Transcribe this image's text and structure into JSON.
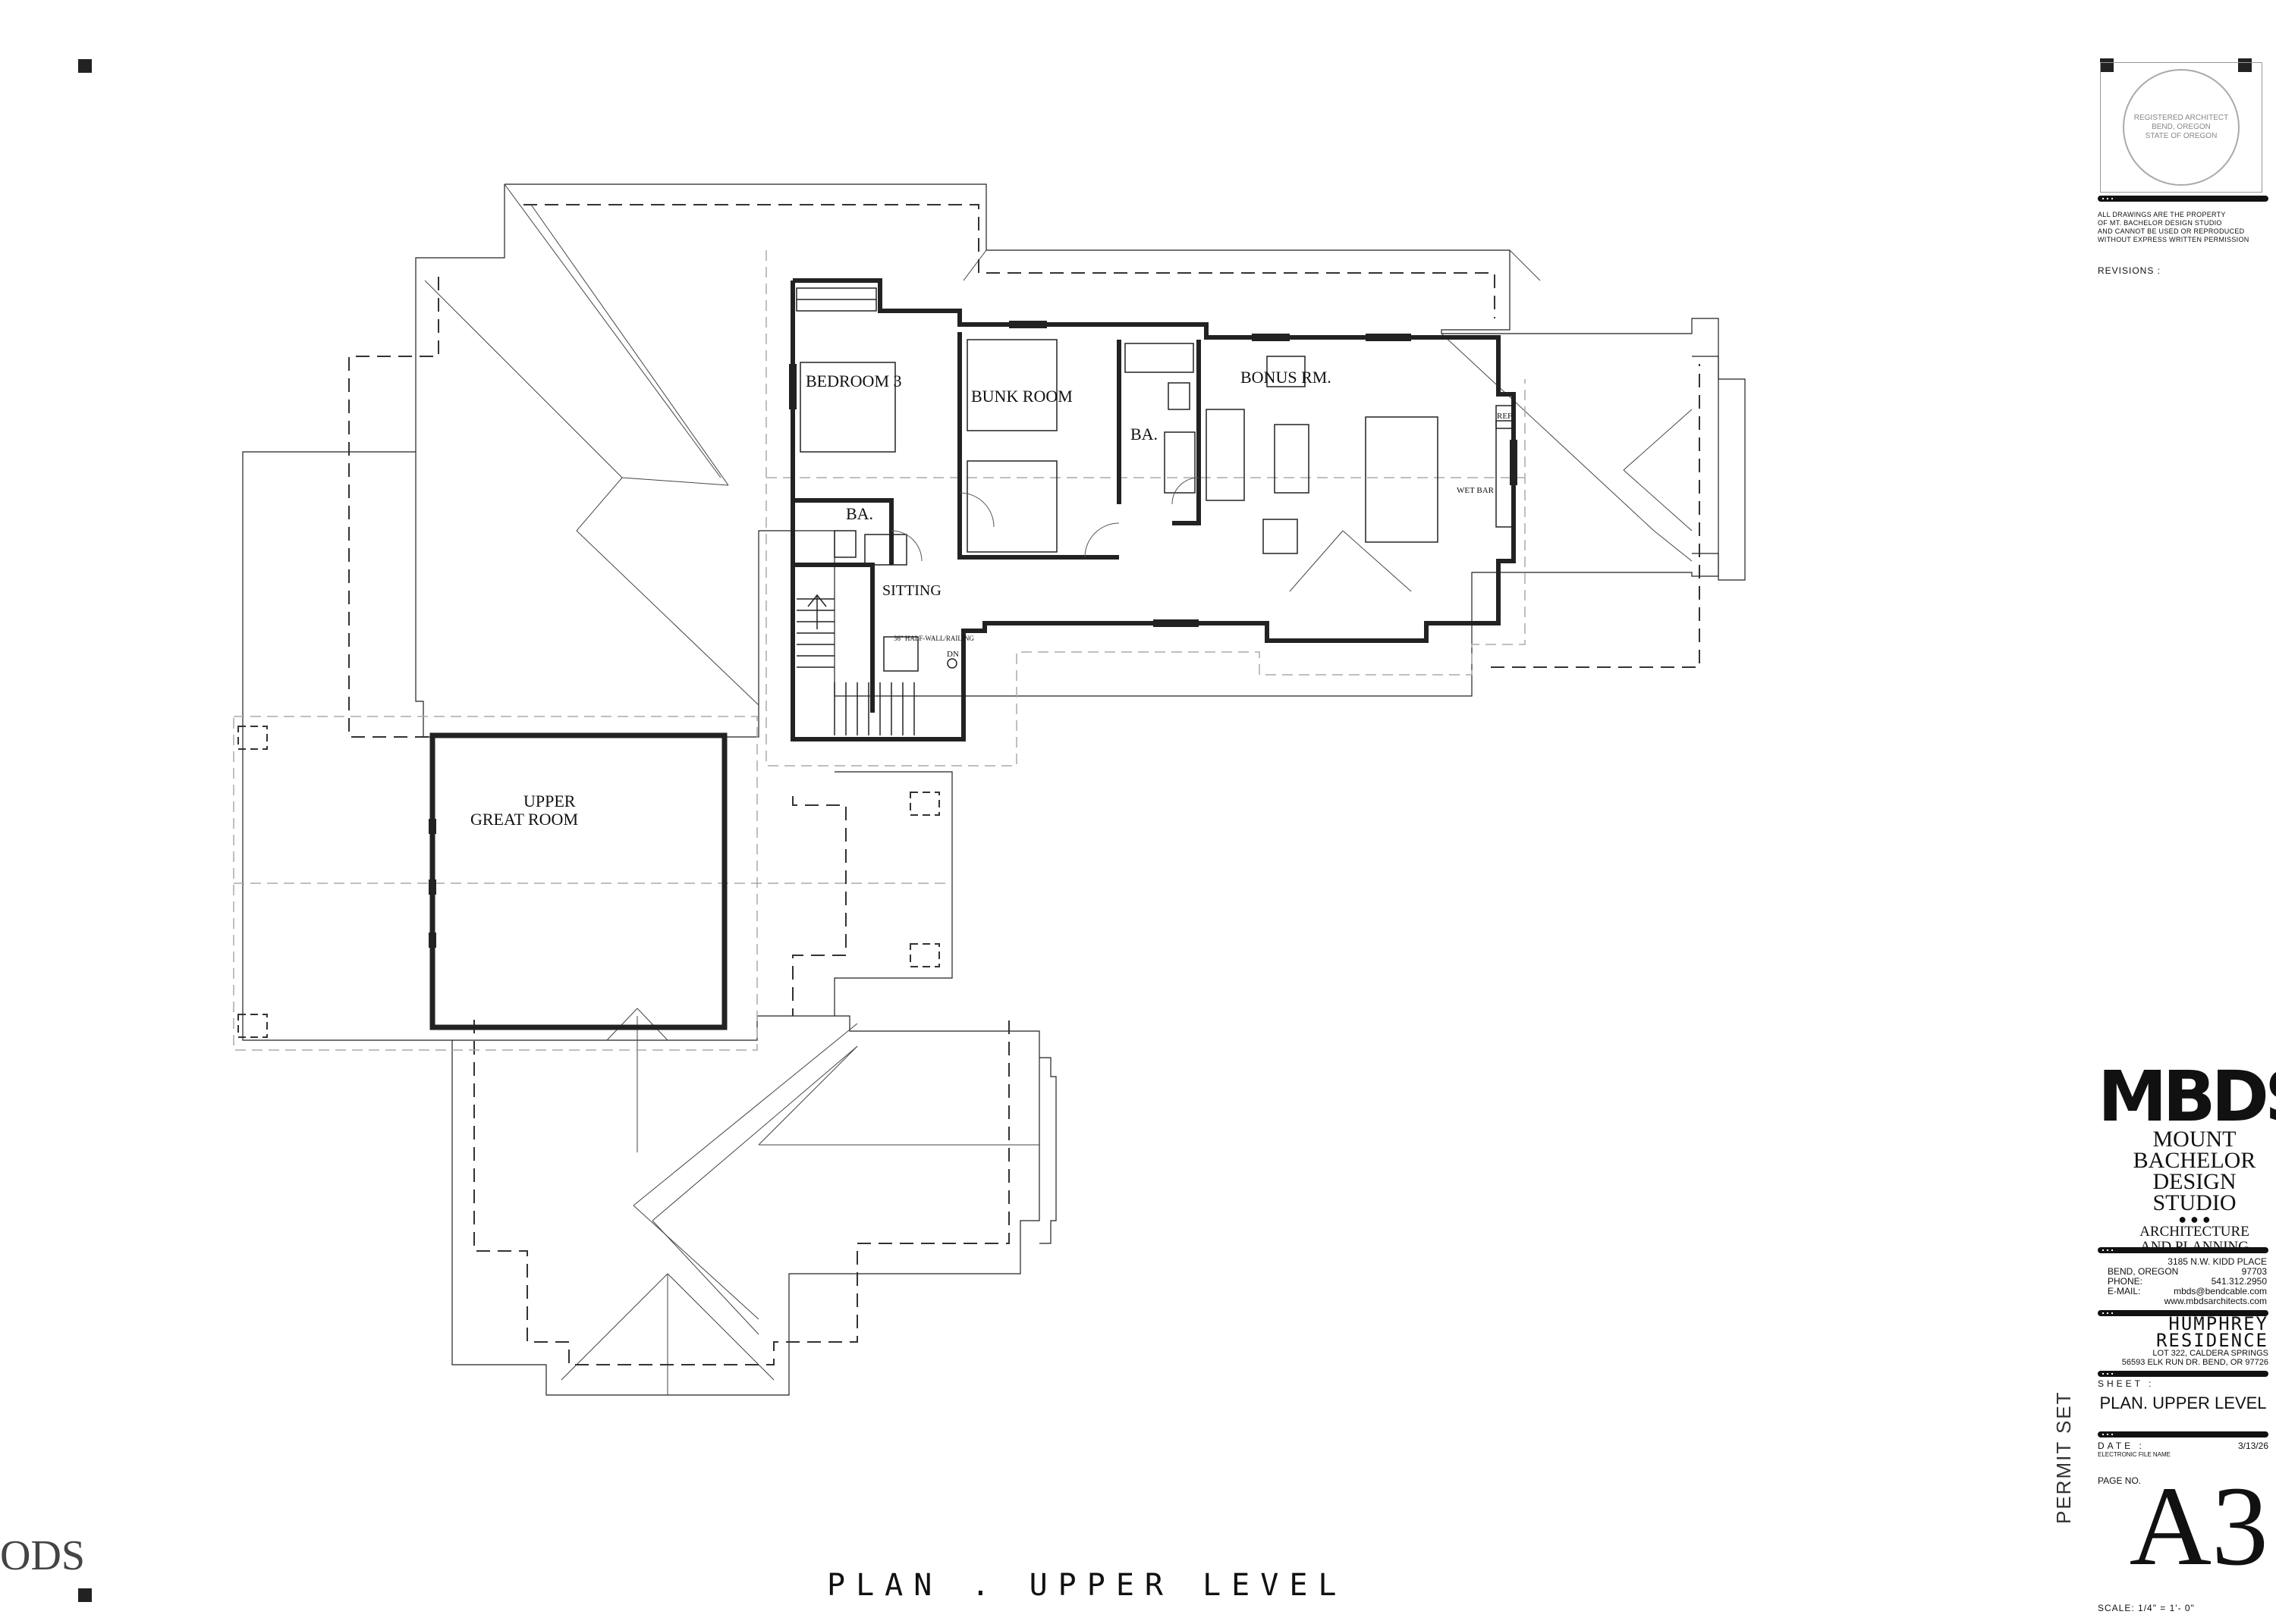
{
  "rooms": {
    "bedroom": "BEDROOM 3",
    "bunk_room": "BUNK ROOM",
    "bonus_rm": "BONUS RM.",
    "ba_1": "BA.",
    "ba_2": "BA.",
    "sitting": "SITTING",
    "railing_note": "36\" HALF-WALL/RAILING",
    "dn": "DN",
    "ref": "REF",
    "wet_bar": "WET BAR",
    "upper_great_room_line1": "UPPER",
    "upper_great_room_line2": "GREAT ROOM"
  },
  "drawing_title": "PLAN . UPPER LEVEL",
  "corner_text": "ODS",
  "seal": {
    "text_line1": "REGISTERED ARCHITECT",
    "text_line2": "BEND, OREGON",
    "text_line3": "STATE OF OREGON"
  },
  "notice": {
    "line1": "ALL DRAWINGS ARE THE PROPERTY",
    "line2": "OF MT. BACHELOR DESIGN STUDIO",
    "line3": "AND CANNOT BE USED OR REPRODUCED",
    "line4": "WITHOUT EXPRESS WRITTEN PERMISSION"
  },
  "revisions_label": "REVISIONS :",
  "firm": {
    "logo": "MBDS",
    "name_line1": "MOUNT",
    "name_line2": "BACHELOR",
    "name_line3": "DESIGN",
    "name_line4": "STUDIO",
    "tag_line1": "ARCHITECTURE",
    "tag_line2": "AND PLANNING",
    "address1": "3185 N.W. KIDD PLACE",
    "city": "BEND, OREGON",
    "zip": "97703",
    "phone_label": "PHONE:",
    "phone": "541.312.2950",
    "email_label": "E-MAIL:",
    "email": "mbds@bendcable.com",
    "web": "www.mbdsarchitects.com"
  },
  "project": {
    "name_line1": "HUMPHREY",
    "name_line2": "RESIDENCE",
    "lot": "LOT 322, CALDERA SPRINGS",
    "address": "56593 ELK RUN DR. BEND, OR 97726"
  },
  "sheet_label": "SHEET :",
  "sheet_name": "PLAN. UPPER LEVEL",
  "date_label": "DATE :",
  "date_value": "3/13/26",
  "file_label": "ELECTRONIC FILE NAME",
  "page_label": "PAGE NO.",
  "page_number": "A3",
  "permit_label": "PERMIT SET",
  "scale_label": "SCALE: 1/4\" = 1'- 0\""
}
